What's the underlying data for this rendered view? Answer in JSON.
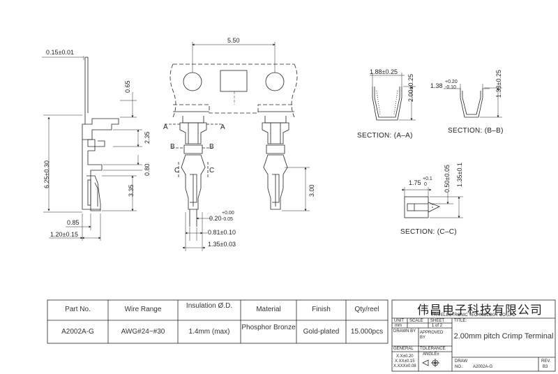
{
  "dimensions": {
    "d_015": "0.15±0.01",
    "d_065": "0.65",
    "d_235": "2.35",
    "d_625": "6.25±0.30",
    "d_080": "0.80",
    "d_335": "3.35",
    "d_085": "0.85",
    "d_120": "1.20±0.15",
    "d_550": "5.50",
    "d_300": "3.00",
    "d_020": "0.20",
    "d_020_tol_plus": "+0.00",
    "d_020_tol_minus": "-0.05",
    "d_081": "0.81±0.10",
    "d_135": "1.35±0.03",
    "d_188": "1.88±0.25",
    "d_200": "2.00±0.25",
    "d_138": "1.38",
    "d_138_tol_plus": "+0.20",
    "d_138_tol_minus": "-0.10",
    "d_133": "1.33±0.25",
    "d_175": "1.75",
    "d_175_tol_plus": "+0.1",
    "d_175_tol_minus": "0",
    "d_050": "0.50±0.05",
    "d_135b": "1.35±0.1"
  },
  "section_labels": {
    "a": "SECTION: (A–A)",
    "b": "SECTION: (B–B)",
    "c": "SECTION: (C–C)",
    "marker_a": "A",
    "marker_b": "B",
    "marker_c": "C"
  },
  "spec_table": {
    "headers": [
      "Part No.",
      "Wire Range",
      "Insulation Ø.D.",
      "Material",
      "Finish",
      "Qty/reel"
    ],
    "row": [
      "A2002A-G",
      "AWG#24~#30",
      "1.4mm (max)",
      "Phosphor Bronze",
      "Gold-plated",
      "15.000pcs"
    ]
  },
  "title_block": {
    "company_cn": "伟昌电子科技有限公司",
    "company_en": "TRN ELECTRONIC TECHNOLOGY CO.,LTD",
    "unit_label": "UNIT",
    "unit_value": "mm",
    "scale_label": "SCALE",
    "sheet_label": "SHEET",
    "sheet_value": "1 of 2",
    "title_label": "TITLE:",
    "title_value": "2.00mm pitch Crimp Terminal",
    "drawn_by": "DRAWN BY",
    "approved_by": "APPROVED BY",
    "general": "GENERAL",
    "tolerance": "TOLERANCE",
    "angle": "ANGLE±",
    "tol_1": "X.X±0.20",
    "tol_2": "X.XX±0.15",
    "tol_3": "X.XXX±0.08",
    "draw_label": "DRAW",
    "no_label": "NO.:",
    "no_value": "A2002A-G",
    "rev_label": "REV.",
    "rev_value": "B3"
  }
}
